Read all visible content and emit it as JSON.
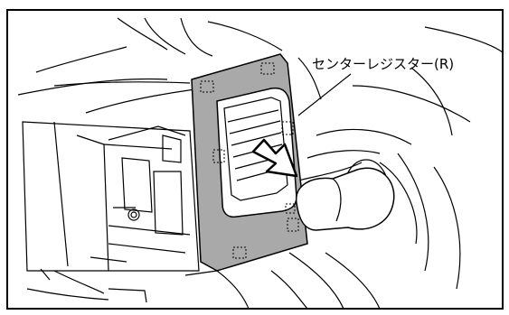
{
  "diagram": {
    "callout_label": "センターレジスター(R)",
    "colors": {
      "line": "#000000",
      "panel_fill": "#a9a9a9",
      "background": "#ffffff",
      "arrow_fill": "#ffffff"
    },
    "markers": {
      "clip_locations": 7,
      "removal_arrow": "arrow-outward"
    }
  }
}
